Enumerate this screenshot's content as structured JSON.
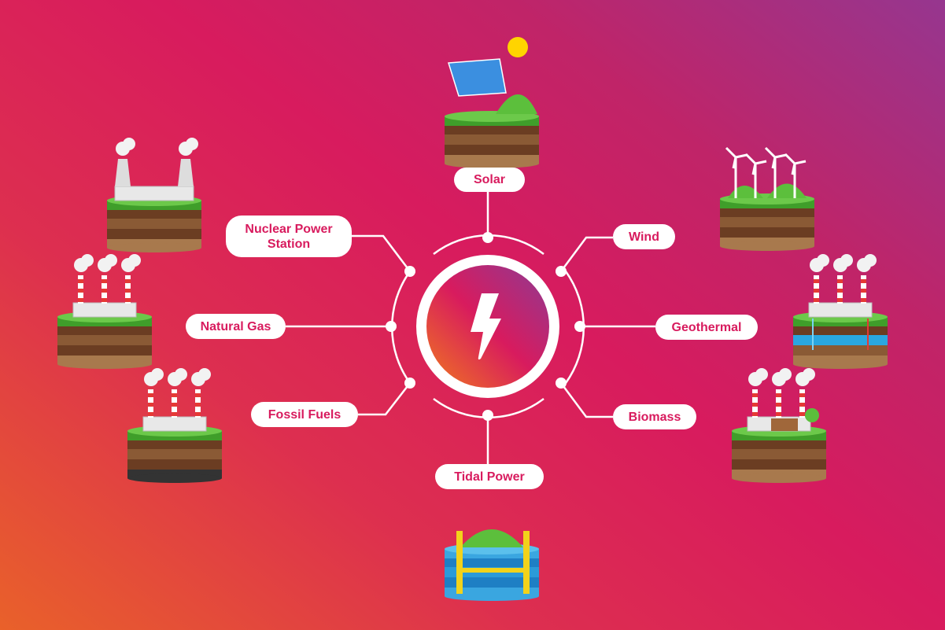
{
  "center": {
    "icon": "lightning-bolt-icon"
  },
  "sources": [
    {
      "id": "solar",
      "label": "Solar",
      "illustration": "solar-panel-island"
    },
    {
      "id": "wind",
      "label": "Wind",
      "illustration": "wind-turbine-island"
    },
    {
      "id": "geothermal",
      "label": "Geothermal",
      "illustration": "geothermal-plant-island"
    },
    {
      "id": "biomass",
      "label": "Biomass",
      "illustration": "biomass-plant-island"
    },
    {
      "id": "tidal",
      "label": "Tidal Power",
      "illustration": "tidal-dam-island"
    },
    {
      "id": "fossil",
      "label": "Fossil Fuels",
      "illustration": "factory-island"
    },
    {
      "id": "gas",
      "label": "Natural Gas",
      "illustration": "gas-plant-island"
    },
    {
      "id": "nuclear",
      "label": "Nuclear Power Station",
      "illustration": "nuclear-plant-island"
    }
  ],
  "colors": {
    "accent": "#d81b5e",
    "white": "#ffffff",
    "grass": "#5cbf3c",
    "soil": "#7a4a2a"
  }
}
